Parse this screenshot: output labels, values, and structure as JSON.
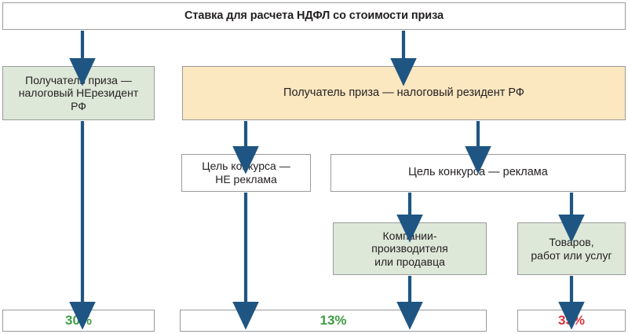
{
  "diagram": {
    "title": "Ставка для расчета НДФЛ со стоимости приза",
    "background_color": "#ffffff",
    "arrow_color": "#1f5582",
    "box_border_color": "#9a9a9a",
    "green_fill": "#dde8d8",
    "orange_fill": "#fbe7c0",
    "white_fill": "#ffffff",
    "green_text": "#3f9c44",
    "red_text": "#e0323c",
    "nodes": {
      "nonresident": "Получатель приза —\nналоговый НЕрезидент\nРФ",
      "resident": "Получатель приза — налоговый резидент РФ",
      "goal_not_ad": "Цель конкурса —\nНЕ реклама",
      "goal_ad": "Цель конкурса — реклама",
      "manufacturer": "Компании-\nпроизводителя\nили продавца",
      "goods": "Товаров,\nработ или услуг",
      "rate_30": "30%",
      "rate_13": "13%",
      "rate_35": "35%"
    }
  }
}
